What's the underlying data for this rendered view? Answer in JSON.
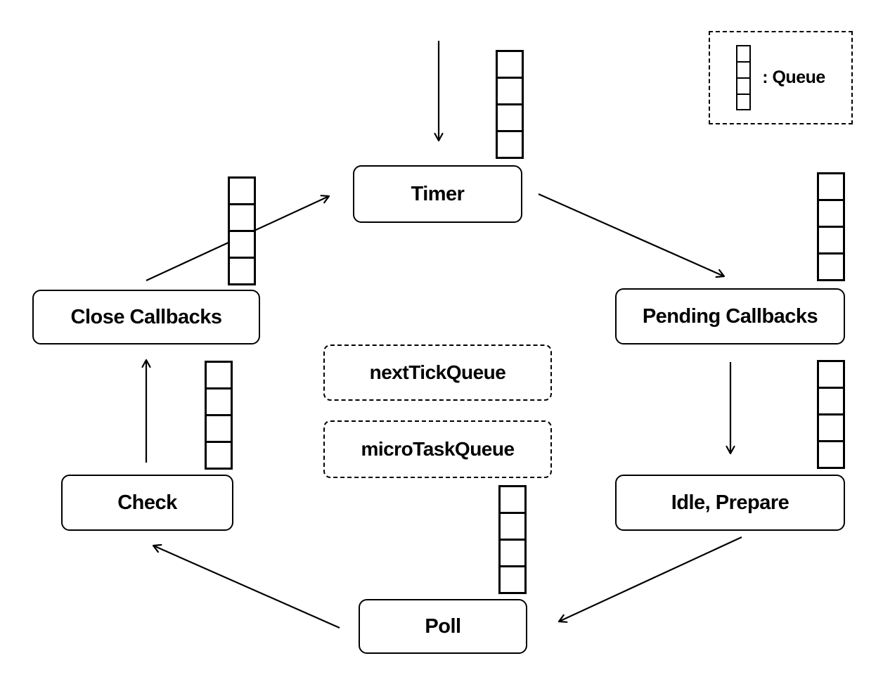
{
  "diagram": {
    "subject": "event-loop-phase-cycle",
    "colors": {
      "background": "#ffffff",
      "stroke": "#000000",
      "text": "#000000"
    },
    "nodes": [
      {
        "id": "timer",
        "label": "Timer"
      },
      {
        "id": "pending-callbacks",
        "label": "Pending Callbacks"
      },
      {
        "id": "idle-prepare",
        "label": "Idle, Prepare"
      },
      {
        "id": "poll",
        "label": "Poll"
      },
      {
        "id": "check",
        "label": "Check"
      },
      {
        "id": "close-callbacks",
        "label": "Close Callbacks"
      }
    ],
    "queue_boxes": [
      {
        "id": "next-tick-queue",
        "label": "nextTickQueue"
      },
      {
        "id": "micro-task-queue",
        "label": "microTaskQueue"
      }
    ],
    "legend": {
      "icon": "queue-icon",
      "label": ": Queue"
    },
    "queue_icon": {
      "cells": 4,
      "count_in_diagram": 6
    },
    "edges": [
      {
        "from": "entry",
        "to": "timer"
      },
      {
        "from": "timer",
        "to": "pending-callbacks"
      },
      {
        "from": "pending-callbacks",
        "to": "idle-prepare"
      },
      {
        "from": "idle-prepare",
        "to": "poll"
      },
      {
        "from": "poll",
        "to": "check"
      },
      {
        "from": "check",
        "to": "close-callbacks"
      },
      {
        "from": "close-callbacks",
        "to": "timer"
      }
    ]
  }
}
